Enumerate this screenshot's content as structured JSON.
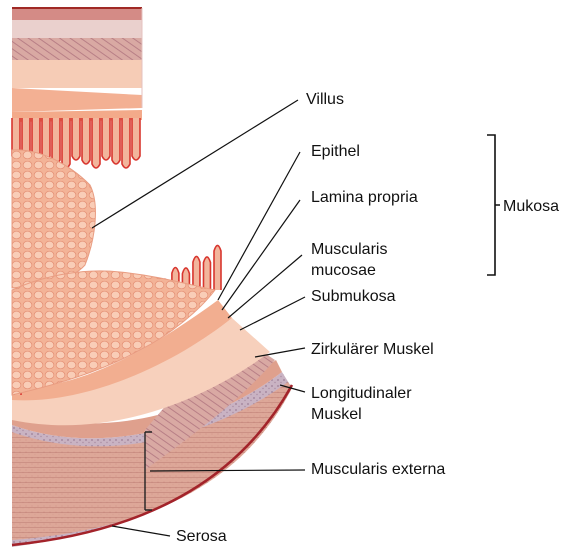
{
  "diagram": {
    "labels": {
      "villus": "Villus",
      "epithel": "Epithel",
      "lamina_propria": "Lamina propria",
      "muscularis_mucosae_line1": "Muscularis",
      "muscularis_mucosae_line2": "mucosae",
      "submukosa": "Submukosa",
      "zirkulaerer_muskel": "Zirkulärer Muskel",
      "longitudinaler_line1": "Longitudinaler",
      "longitudinaler_line2": "Muskel",
      "muscularis_externa": "Muscularis externa",
      "serosa": "Serosa"
    },
    "bracket_label": "Mukosa",
    "colors": {
      "serosa": "#c7b3c2",
      "muscle": "#e2a592",
      "submucosa": "#f7cdb8",
      "mucosa": "#f3aa8a",
      "epithelium": "#d8362f",
      "outline": "#c0302b",
      "villus": "#f2b59c",
      "leader": "#111111"
    }
  }
}
